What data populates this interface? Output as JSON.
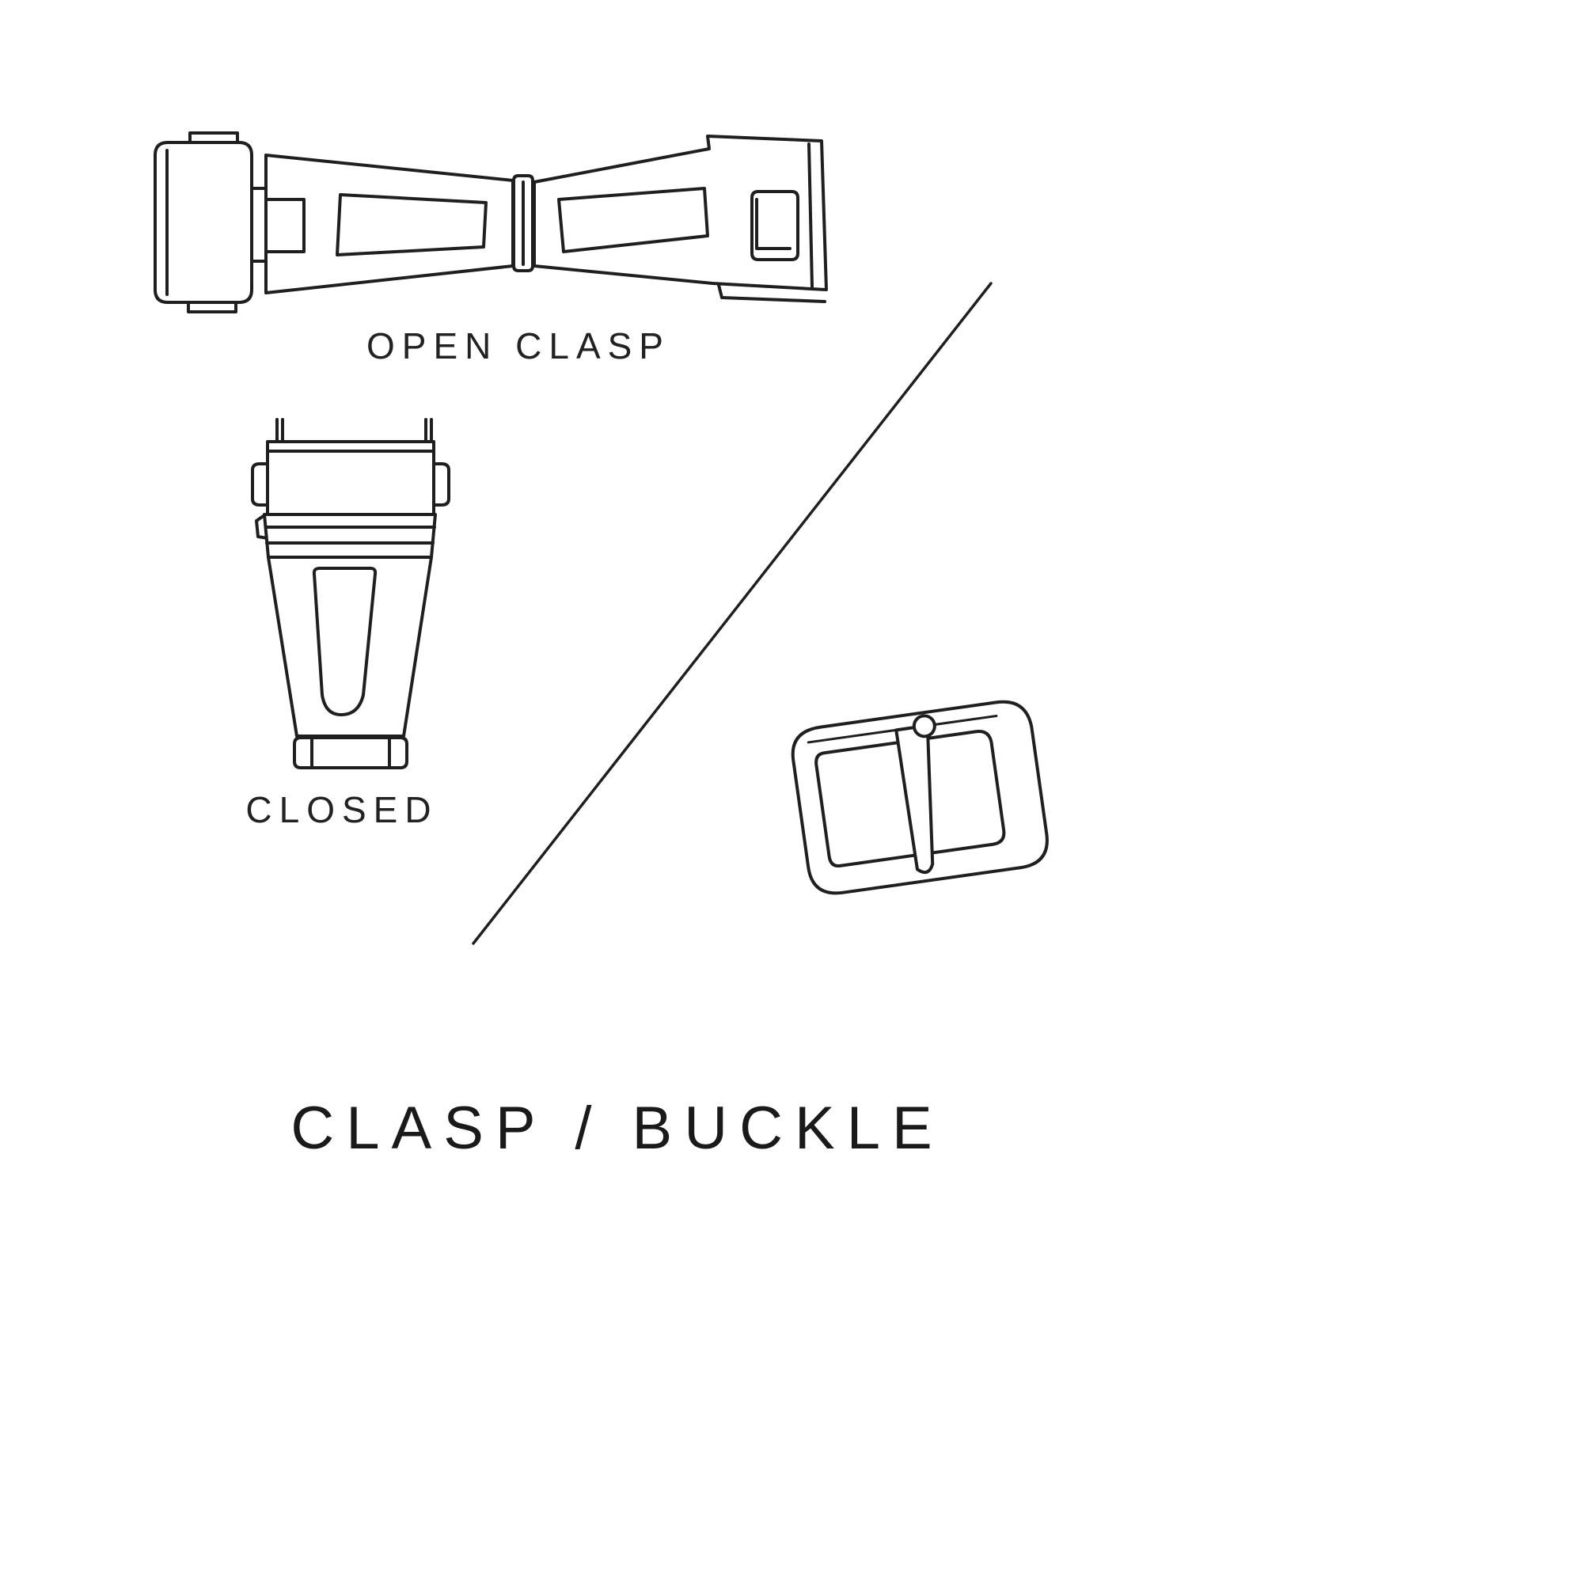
{
  "page": {
    "background_color": "#ffffff",
    "ink_color": "#1f1f1f",
    "title": "CLASP / BUCKLE"
  },
  "figures": {
    "open_clasp": {
      "name": "open-clasp-illustration",
      "caption": "OPEN CLASP"
    },
    "closed_clasp": {
      "name": "closed-clasp-illustration",
      "caption": "CLOSED"
    },
    "buckle": {
      "name": "buckle-illustration"
    }
  }
}
